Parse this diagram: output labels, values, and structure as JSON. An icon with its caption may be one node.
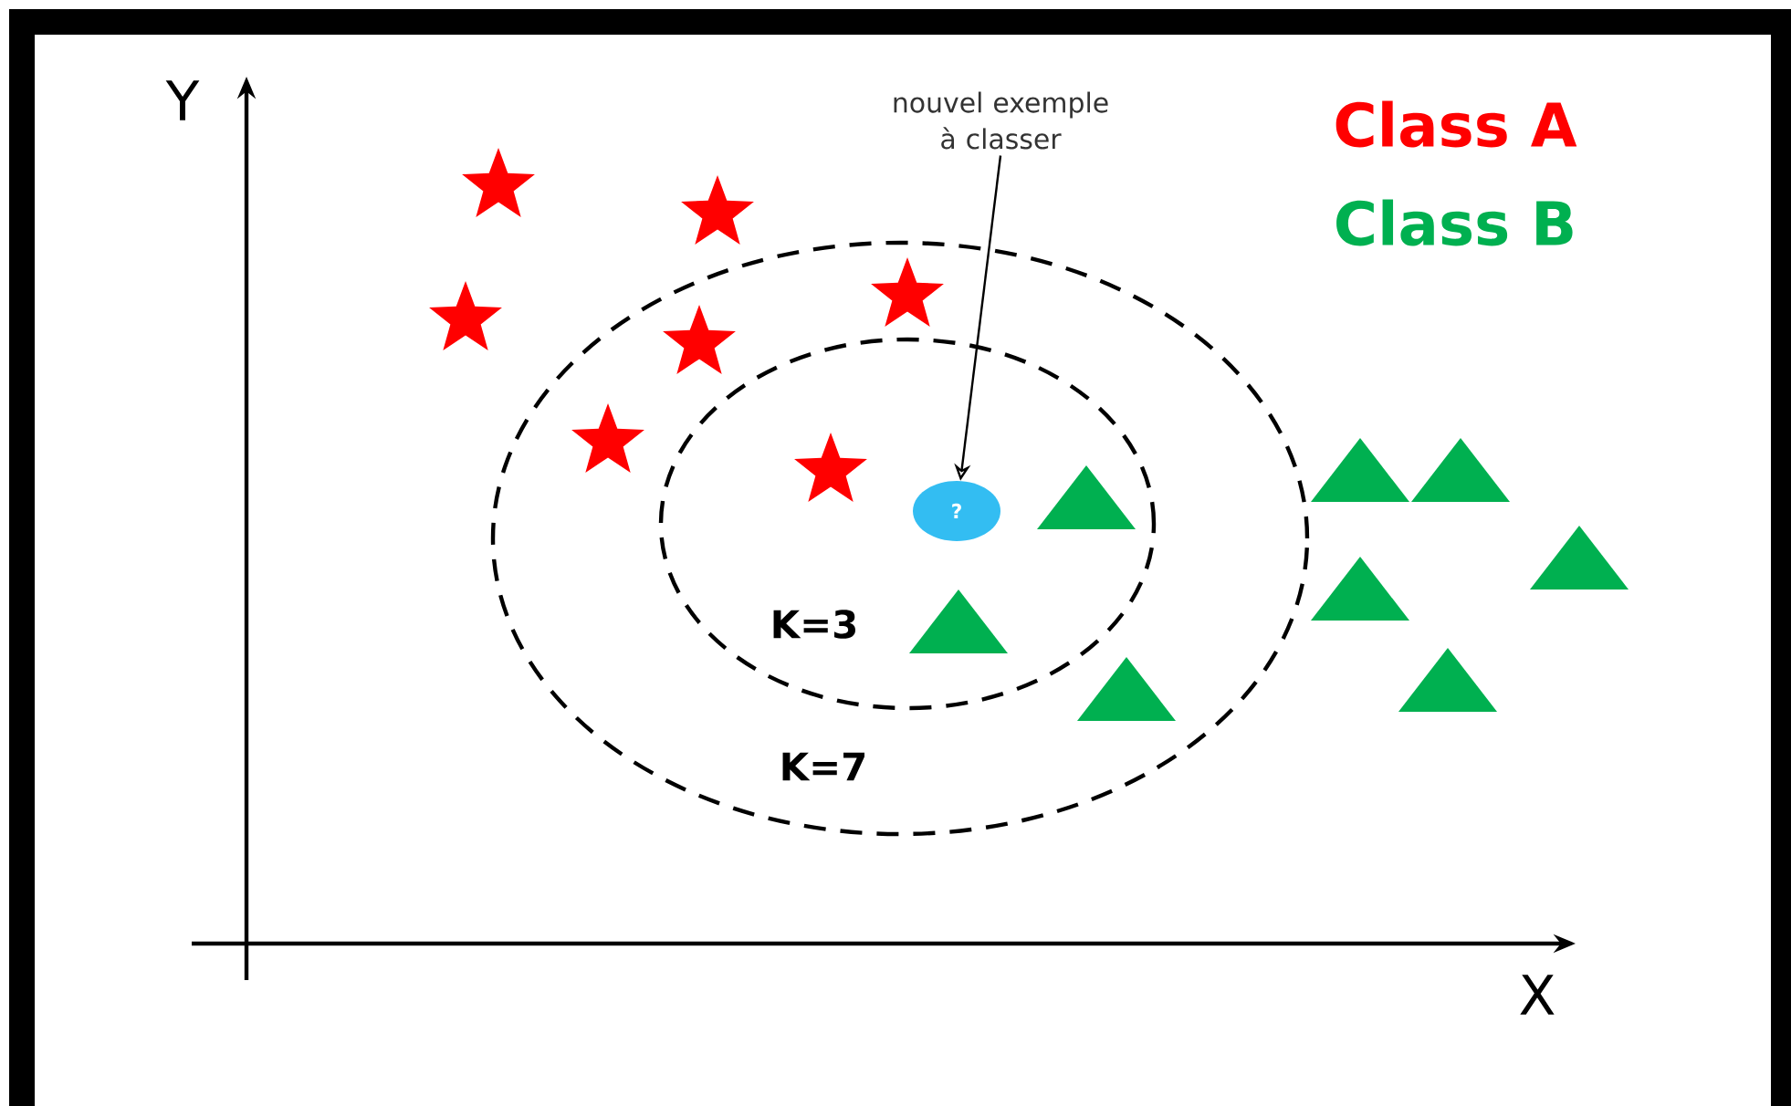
{
  "diagram": {
    "nodes": [
      {
        "text": [
          "nouvel exemple à classer"
        ]
      },
      {
        "text": [
          "?"
        ]
      }
    ],
    "edges": [
      {
        "from": 0,
        "to": 1,
        "arrow": "to"
      }
    ],
    "labels": [
      "Y",
      "X",
      "K=3",
      "K=7"
    ],
    "legend": [
      {
        "text": "Class A",
        "color": "#ff0000"
      },
      {
        "text": "Class B",
        "color": "#00b050"
      }
    ]
  }
}
